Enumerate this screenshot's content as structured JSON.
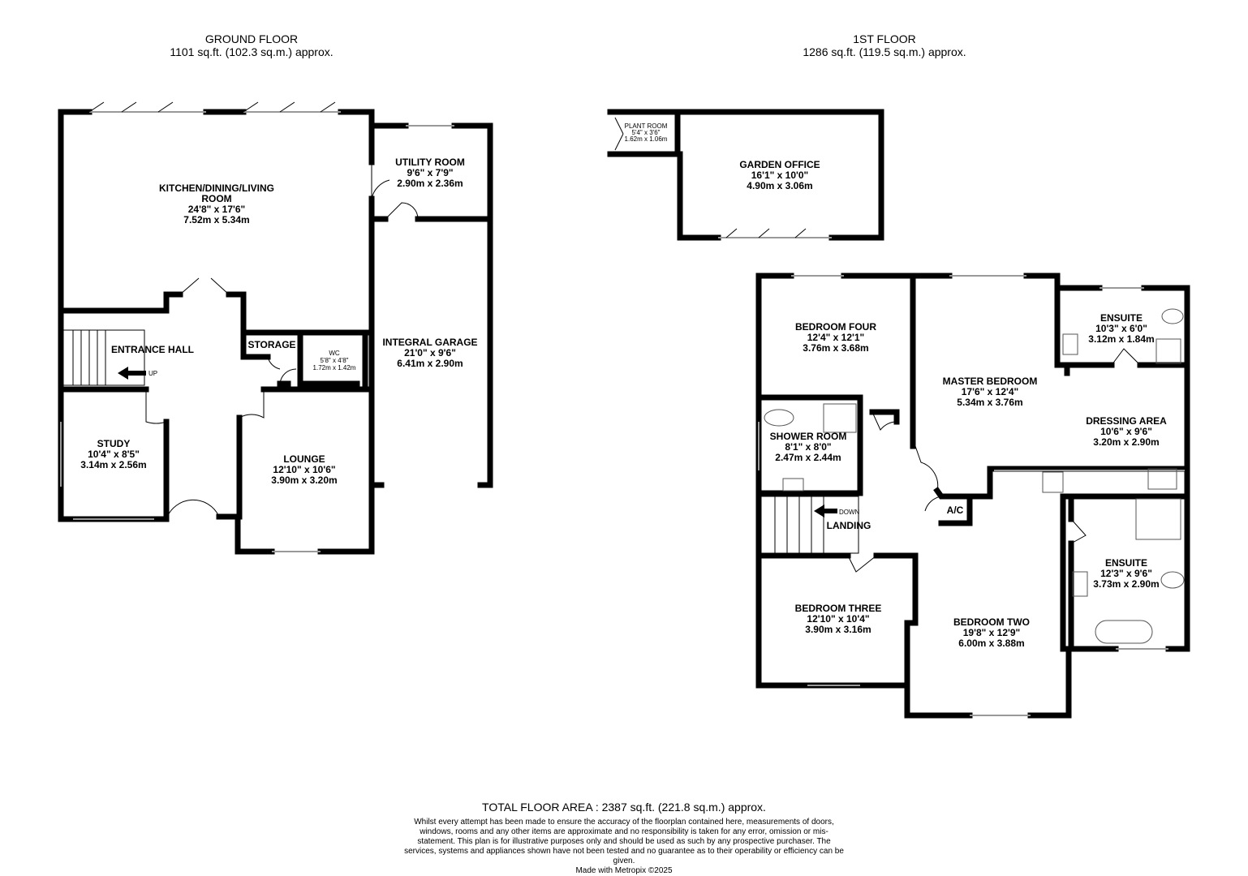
{
  "ground_floor": {
    "title": "GROUND FLOOR",
    "area": "1101 sq.ft. (102.3 sq.m.) approx.",
    "rooms": {
      "kitchen": {
        "name": "KITCHEN/DINING/LIVING ROOM",
        "name_l1": "KITCHEN/DINING/LIVING",
        "name_l2": "ROOM",
        "imperial": "24'8\"  x 17'6\"",
        "metric": "7.52m  x 5.34m"
      },
      "utility": {
        "name": "UTILITY ROOM",
        "imperial": "9'6\"  x 7'9\"",
        "metric": "2.90m  x 2.36m"
      },
      "garage": {
        "name": "INTEGRAL GARAGE",
        "imperial": "21'0\"  x 9'6\"",
        "metric": "6.41m  x 2.90m"
      },
      "entrance": {
        "name": "ENTRANCE HALL"
      },
      "storage": {
        "name": "STORAGE"
      },
      "wc": {
        "name": "WC",
        "imperial": "5'8\"  x 4'8\"",
        "metric": "1.72m  x 1.42m"
      },
      "study": {
        "name": "STUDY",
        "imperial": "10'4\"  x 8'5\"",
        "metric": "3.14m  x 2.56m"
      },
      "lounge": {
        "name": "LOUNGE",
        "imperial": "12'10\"  x 10'6\"",
        "metric": "3.90m  x 3.20m"
      }
    },
    "stairs_label": "UP"
  },
  "first_floor": {
    "title": "1ST FLOOR",
    "area": "1286 sq.ft. (119.5 sq.m.) approx.",
    "rooms": {
      "plant": {
        "name": "PLANT ROOM",
        "imperial": "5'4\"  x 3'6\"",
        "metric": "1.62m  x 1.06m"
      },
      "garden_office": {
        "name": "GARDEN OFFICE",
        "imperial": "16'1\"  x 10'0\"",
        "metric": "4.90m  x 3.06m"
      },
      "bed4": {
        "name": "BEDROOM FOUR",
        "imperial": "12'4\"  x 12'1\"",
        "metric": "3.76m  x 3.68m"
      },
      "master": {
        "name": "MASTER BEDROOM",
        "imperial": "17'6\"  x 12'4\"",
        "metric": "5.34m  x 3.76m"
      },
      "ensuite1": {
        "name": "ENSUITE",
        "imperial": "10'3\"  x 6'0\"",
        "metric": "3.12m  x 1.84m"
      },
      "dressing": {
        "name": "DRESSING AREA",
        "imperial": "10'6\"  x 9'6\"",
        "metric": "3.20m  x 2.90m"
      },
      "shower": {
        "name": "SHOWER ROOM",
        "imperial": "8'1\"  x 8'0\"",
        "metric": "2.47m  x 2.44m"
      },
      "landing": {
        "name": "LANDING"
      },
      "ac": {
        "name": "A/C"
      },
      "ensuite2": {
        "name": "ENSUITE",
        "imperial": "12'3\"  x 9'6\"",
        "metric": "3.73m  x 2.90m"
      },
      "bed3": {
        "name": "BEDROOM THREE",
        "imperial": "12'10\"  x 10'4\"",
        "metric": "3.90m  x 3.16m"
      },
      "bed2": {
        "name": "BEDROOM TWO",
        "imperial": "19'8\"  x 12'9\"",
        "metric": "6.00m  x 3.88m"
      }
    },
    "stairs_label": "DOWN"
  },
  "total": "TOTAL FLOOR AREA : 2387 sq.ft. (221.8 sq.m.) approx.",
  "disclaimer": "Whilst every attempt has been made to ensure the accuracy of the floorplan contained here, measurements of doors, windows, rooms and any other items are approximate and no responsibility is taken for any error, omission or mis-statement. This plan is for illustrative purposes only and should be used as such by any prospective purchaser. The services, systems and appliances shown have not been tested and no guarantee as to their operability or efficiency can be given.",
  "credit": "Made with Metropix ©2025",
  "colors": {
    "wall": "#000000",
    "window": "#999999",
    "fixture": "#555555"
  }
}
